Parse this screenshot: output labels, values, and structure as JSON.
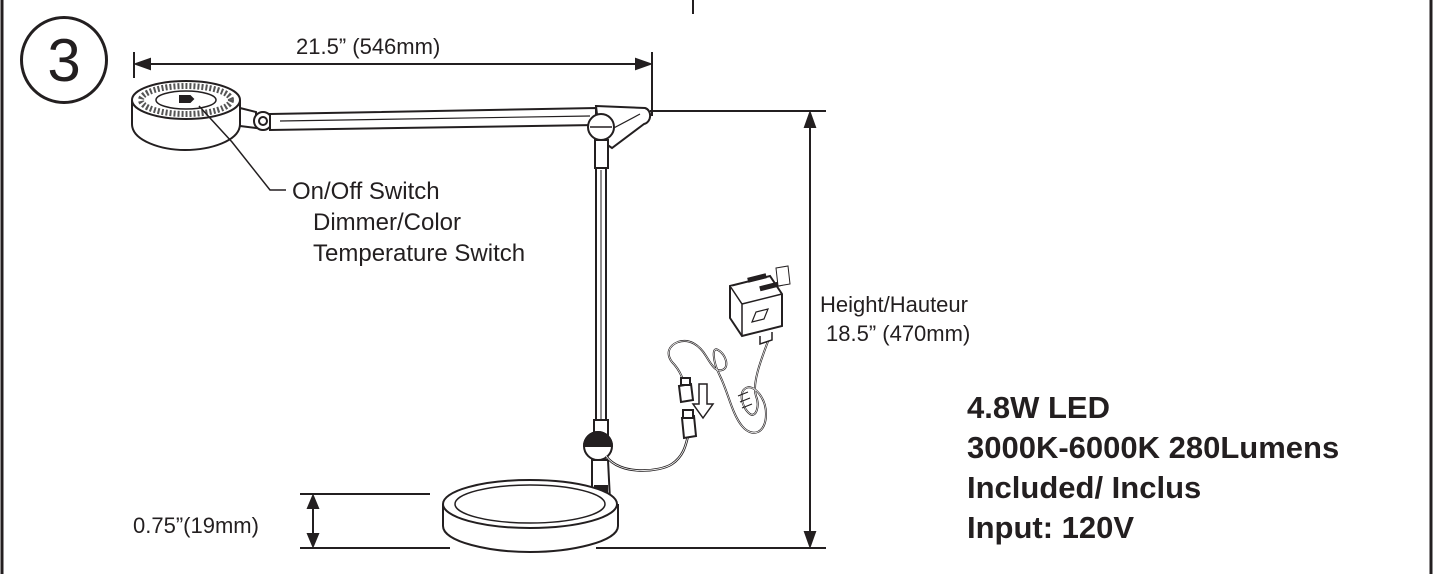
{
  "step": {
    "number": "3"
  },
  "dimensions": {
    "width": "21.5” (546mm)",
    "height_label": "Height/Hauteur",
    "height_value": "18.5” (470mm)",
    "base_height": "0.75”(19mm)"
  },
  "callout": {
    "line1": "On/Off Switch",
    "line2": "Dimmer/Color",
    "line3": "Temperature Switch"
  },
  "specs": {
    "line1": "4.8W LED",
    "line2": "3000K-6000K 280Lumens",
    "line3": "Included/ Inclus",
    "line4": "Input: 120V"
  },
  "colors": {
    "ink": "#231f20",
    "background": "#ffffff"
  }
}
